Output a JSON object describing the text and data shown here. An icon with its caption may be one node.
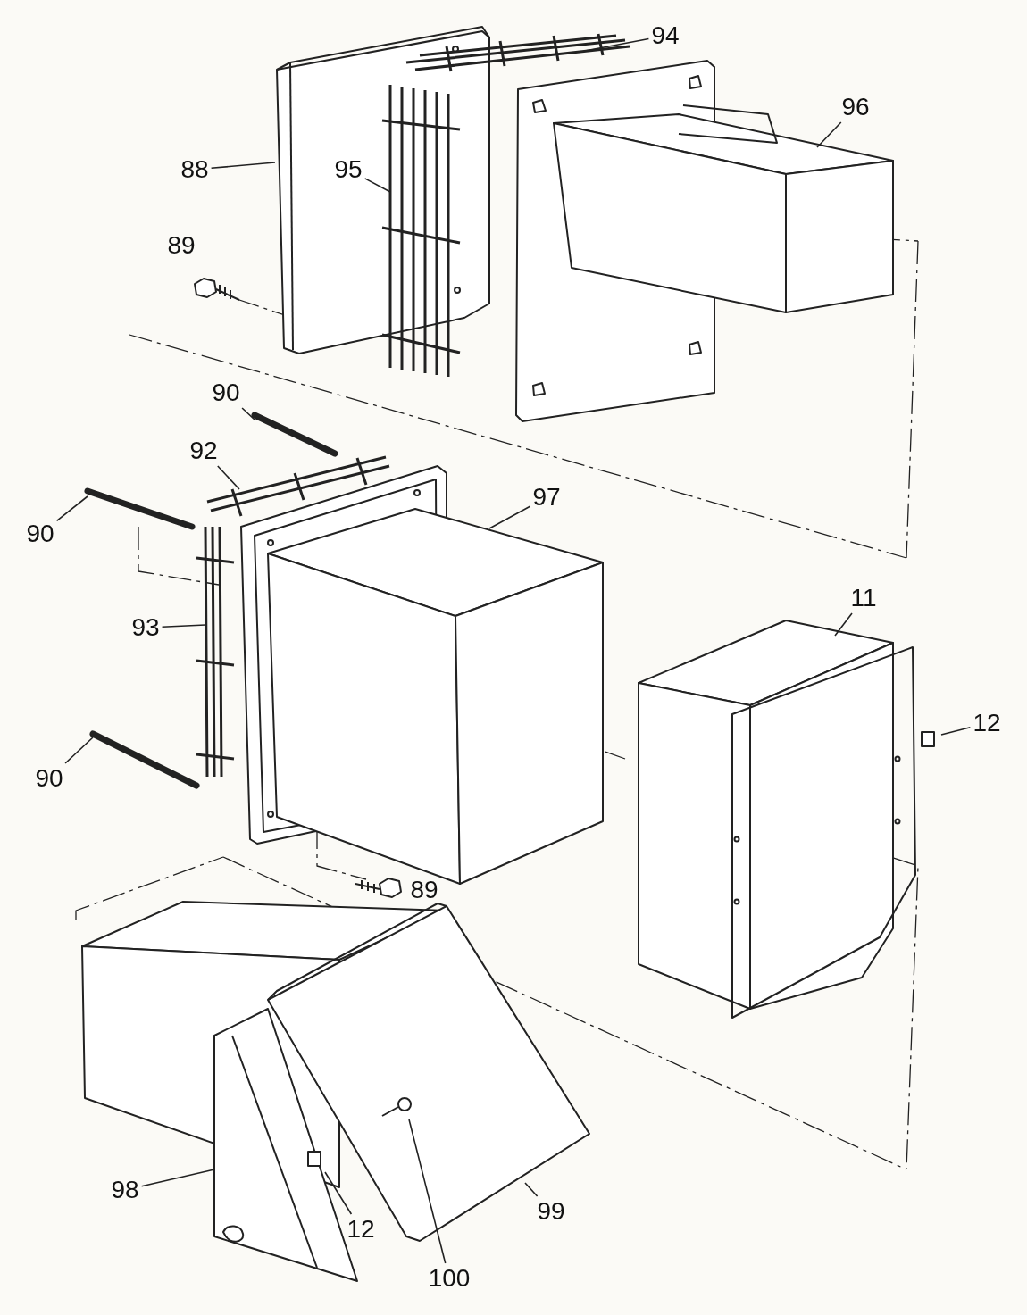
{
  "diagram": {
    "nodes": [
      {
        "text": [
          "94"
        ]
      },
      {
        "text": [
          "96"
        ]
      },
      {
        "text": [
          "88"
        ]
      },
      {
        "text": [
          "95"
        ]
      },
      {
        "text": [
          "90"
        ]
      },
      {
        "text": [
          "92"
        ]
      },
      {
        "text": [
          "97"
        ]
      },
      {
        "text": [
          "90"
        ]
      },
      {
        "text": [
          "11"
        ]
      },
      {
        "text": [
          "93"
        ]
      },
      {
        "text": [
          "12"
        ]
      },
      {
        "text": [
          "90"
        ]
      },
      {
        "text": [
          "98"
        ]
      },
      {
        "text": [
          "99"
        ]
      },
      {
        "text": [
          "12"
        ]
      },
      {
        "text": [
          "100"
        ]
      }
    ],
    "edges": [
      {
        "from": 0,
        "to": null,
        "arrow": "none"
      },
      {
        "from": 1,
        "to": null,
        "arrow": "none"
      },
      {
        "from": 2,
        "to": null,
        "arrow": "none"
      },
      {
        "from": 3,
        "to": null,
        "arrow": "none"
      },
      {
        "from": 4,
        "to": null,
        "arrow": "none"
      },
      {
        "from": 5,
        "to": null,
        "arrow": "none"
      },
      {
        "from": 6,
        "to": null,
        "arrow": "none"
      },
      {
        "from": 7,
        "to": null,
        "arrow": "none"
      },
      {
        "from": 8,
        "to": null,
        "arrow": "none"
      },
      {
        "from": 9,
        "to": null,
        "arrow": "none"
      },
      {
        "from": 10,
        "to": null,
        "arrow": "none"
      },
      {
        "from": 11,
        "to": null,
        "arrow": "none"
      },
      {
        "from": 12,
        "to": null,
        "arrow": "none"
      },
      {
        "from": 13,
        "to": null,
        "arrow": "none"
      },
      {
        "from": 14,
        "to": null,
        "arrow": "none"
      },
      {
        "from": 15,
        "to": null,
        "arrow": "none"
      }
    ],
    "labels": [
      "89",
      "89"
    ]
  }
}
